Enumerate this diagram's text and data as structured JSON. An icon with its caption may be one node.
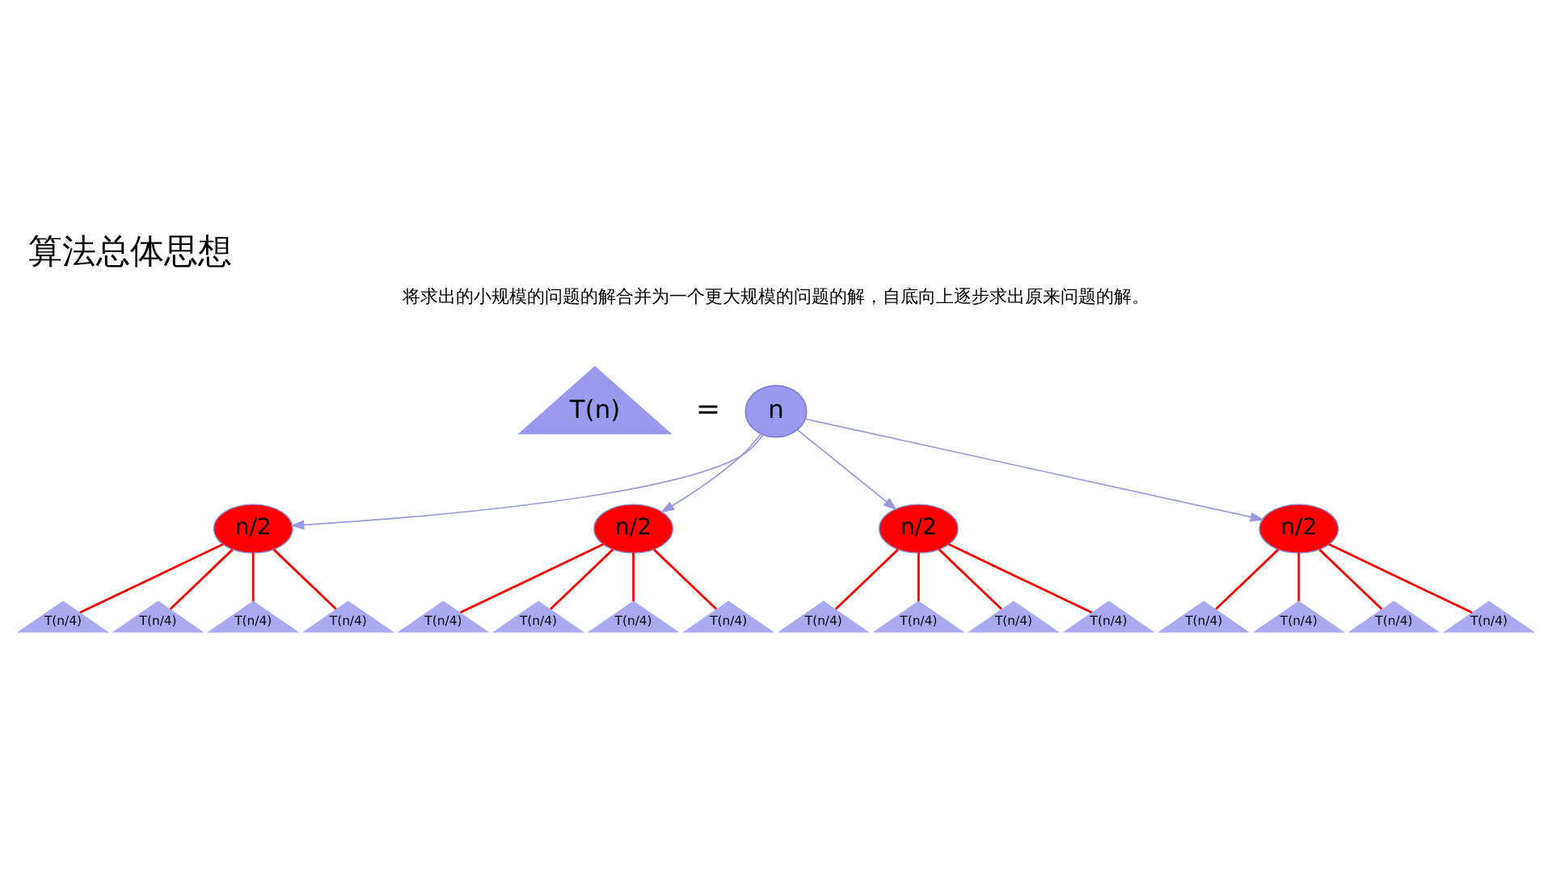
{
  "diagram": {
    "title": "算法总体思想",
    "nodes": [
      {
        "text": [
          "T(n)"
        ]
      },
      {
        "text": [
          "n"
        ]
      },
      {
        "text": [
          "n/2"
        ]
      },
      {
        "text": [
          "n/2"
        ]
      },
      {
        "text": [
          "n/2"
        ]
      },
      {
        "text": [
          "n/2"
        ]
      },
      {
        "text": [
          "T(n/4)"
        ]
      },
      {
        "text": [
          "T(n/4)"
        ]
      },
      {
        "text": [
          "T(n/4)"
        ]
      },
      {
        "text": [
          "T(n/4)"
        ]
      },
      {
        "text": [
          "T(n/4)"
        ]
      },
      {
        "text": [
          "T(n/4)"
        ]
      },
      {
        "text": [
          "T(n/4)"
        ]
      },
      {
        "text": [
          "T(n/4)"
        ]
      },
      {
        "text": [
          "T(n/4)"
        ]
      },
      {
        "text": [
          "T(n/4)"
        ]
      },
      {
        "text": [
          "T(n/4)"
        ]
      },
      {
        "text": [
          "T(n/4)"
        ]
      },
      {
        "text": [
          "T(n/4)"
        ]
      },
      {
        "text": [
          "T(n/4)"
        ]
      },
      {
        "text": [
          "T(n/4)"
        ]
      },
      {
        "text": [
          "T(n/4)"
        ]
      }
    ],
    "edges": [
      {
        "from": 1,
        "to": 2,
        "arrow": "to",
        "color": "#9999dd"
      },
      {
        "from": 1,
        "to": 3,
        "arrow": "to",
        "color": "#9999dd"
      },
      {
        "from": 1,
        "to": 4,
        "arrow": "to",
        "color": "#9999dd"
      },
      {
        "from": 1,
        "to": 5,
        "arrow": "to",
        "color": "#9999dd"
      },
      {
        "from": 2,
        "to": 6,
        "arrow": "none"
      },
      {
        "from": 2,
        "to": 7,
        "arrow": "none"
      },
      {
        "from": 2,
        "to": 8,
        "arrow": "none"
      },
      {
        "from": 2,
        "to": 9,
        "arrow": "none"
      },
      {
        "from": 3,
        "to": 10,
        "arrow": "none"
      },
      {
        "from": 3,
        "to": 11,
        "arrow": "none"
      },
      {
        "from": 3,
        "to": 12,
        "arrow": "none"
      },
      {
        "from": 3,
        "to": 13,
        "arrow": "none"
      },
      {
        "from": 4,
        "to": 14,
        "arrow": "none"
      },
      {
        "from": 4,
        "to": 15,
        "arrow": "none"
      },
      {
        "from": 4,
        "to": 16,
        "arrow": "none"
      },
      {
        "from": 4,
        "to": 17,
        "arrow": "none"
      },
      {
        "from": 5,
        "to": 18,
        "arrow": "none"
      },
      {
        "from": 5,
        "to": 19,
        "arrow": "none"
      },
      {
        "from": 5,
        "to": 20,
        "arrow": "none"
      },
      {
        "from": 5,
        "to": 21,
        "arrow": "none"
      }
    ],
    "labels": [
      "将求出的小规模的问题的解合并为一个更大规模的问题的解，自底向上逐步求出原来问题的解。",
      "="
    ]
  }
}
